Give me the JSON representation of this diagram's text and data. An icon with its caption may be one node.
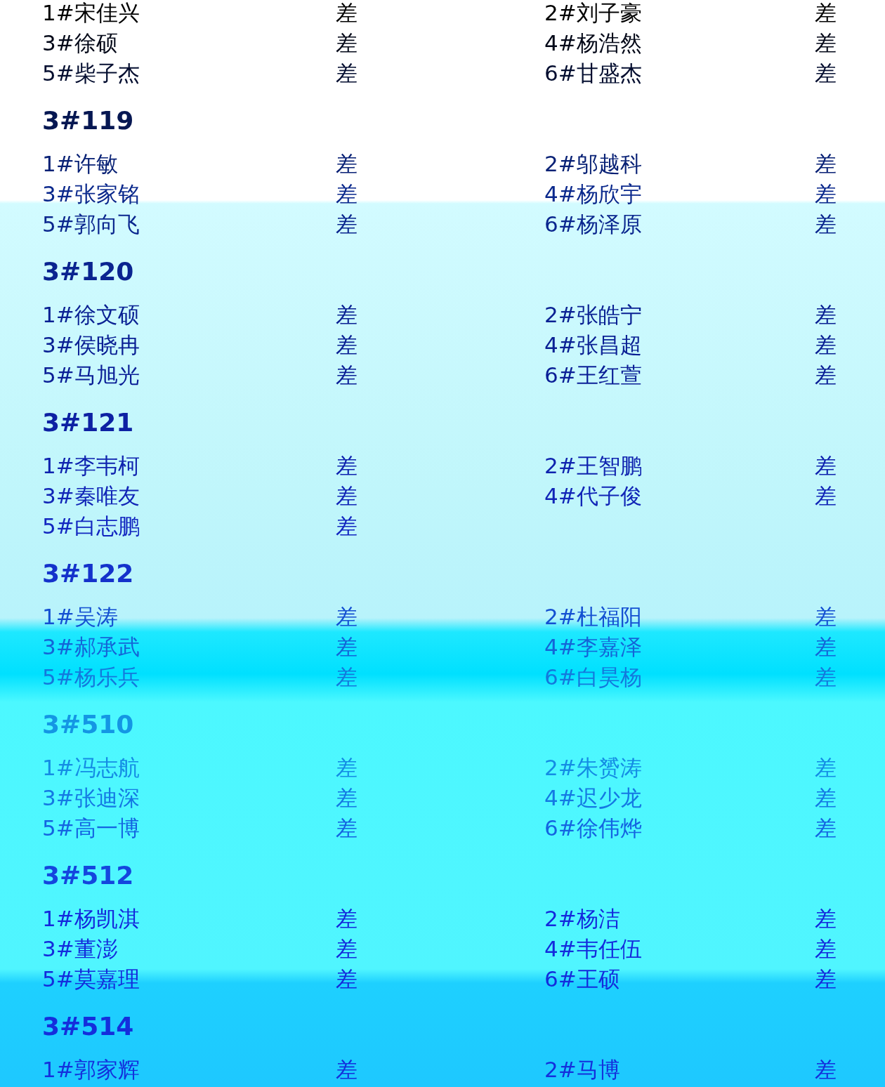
{
  "diagram": {
    "labels": [
      "1#宋佳兴",
      "差",
      "2#刘子豪",
      "差",
      "3#徐硕",
      "差",
      "4#杨浩然",
      "差",
      "5#柴子杰",
      "差",
      "6#甘盛杰",
      "差",
      "3#119",
      "1#许敏",
      "差",
      "2#邬越科",
      "差",
      "3#张家铭",
      "差",
      "4#杨欣宇",
      "差",
      "5#郭向飞",
      "差",
      "6#杨泽原",
      "差",
      "3#120",
      "1#徐文硕",
      "差",
      "2#张皓宁",
      "差",
      "3#侯晓冉",
      "差",
      "4#张昌超",
      "差",
      "5#马旭光",
      "差",
      "6#王红萱",
      "差",
      "3#121",
      "1#李韦柯",
      "差",
      "2#王智鹏",
      "差",
      "3#秦唯友",
      "差",
      "4#代子俊",
      "差",
      "5#白志鹏",
      "差",
      "3#122",
      "1#吴涛",
      "差",
      "2#杜福阳",
      "差",
      "3#郝承武",
      "差",
      "4#李嘉泽",
      "差",
      "5#杨乐兵",
      "差",
      "6#白昊杨",
      "差",
      "3#510",
      "1#冯志航",
      "差",
      "2#朱赟涛",
      "差",
      "3#张迪深",
      "差",
      "4#迟少龙",
      "差",
      "5#高一博",
      "差",
      "6#徐伟烨",
      "差",
      "3#512",
      "1#杨凯淇",
      "差",
      "2#杨洁",
      "差",
      "3#董澎",
      "差",
      "4#韦任伍",
      "差",
      "5#莫嘉理",
      "差",
      "6#王硕",
      "差",
      "3#514",
      "1#郭家辉",
      "差",
      "2#马博",
      "差"
    ]
  }
}
